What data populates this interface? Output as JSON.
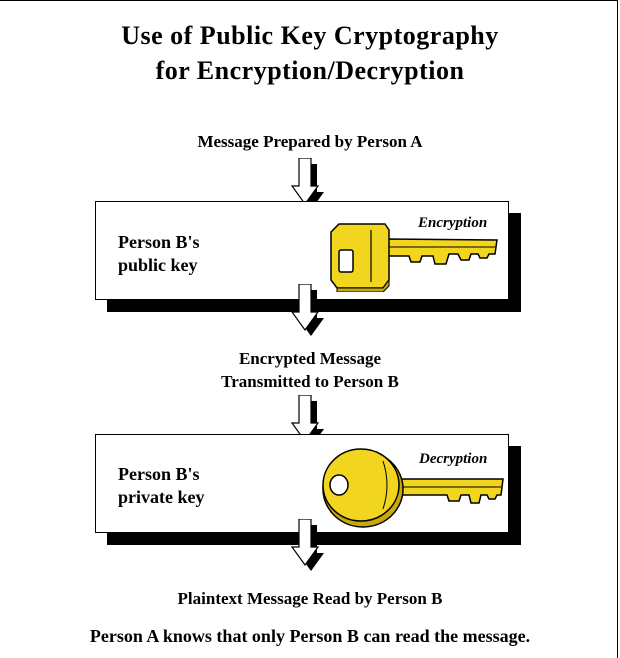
{
  "title": {
    "line1": "Use of Public Key Cryptography",
    "line2": "for Encryption/Decryption"
  },
  "steps": {
    "prepared": "Message Prepared by Person A",
    "encrypted_line1": "Encrypted Message",
    "encrypted_line2": "Transmitted to Person B",
    "plaintext": "Plaintext Message Read by Person B"
  },
  "boxes": {
    "public": {
      "line1": "Person B's",
      "line2": "public key",
      "caption": "Encryption"
    },
    "private": {
      "line1": "Person B's",
      "line2": "private key",
      "caption": "Decryption"
    }
  },
  "footer": "Person A knows that only Person B can read the message.",
  "colors": {
    "key_fill": "#f2d51e",
    "key_shade": "#c9a80e",
    "shadow": "#000000"
  },
  "icons": {
    "arrow": "down-arrow-icon",
    "public_key": "key-icon",
    "private_key": "key-icon"
  }
}
